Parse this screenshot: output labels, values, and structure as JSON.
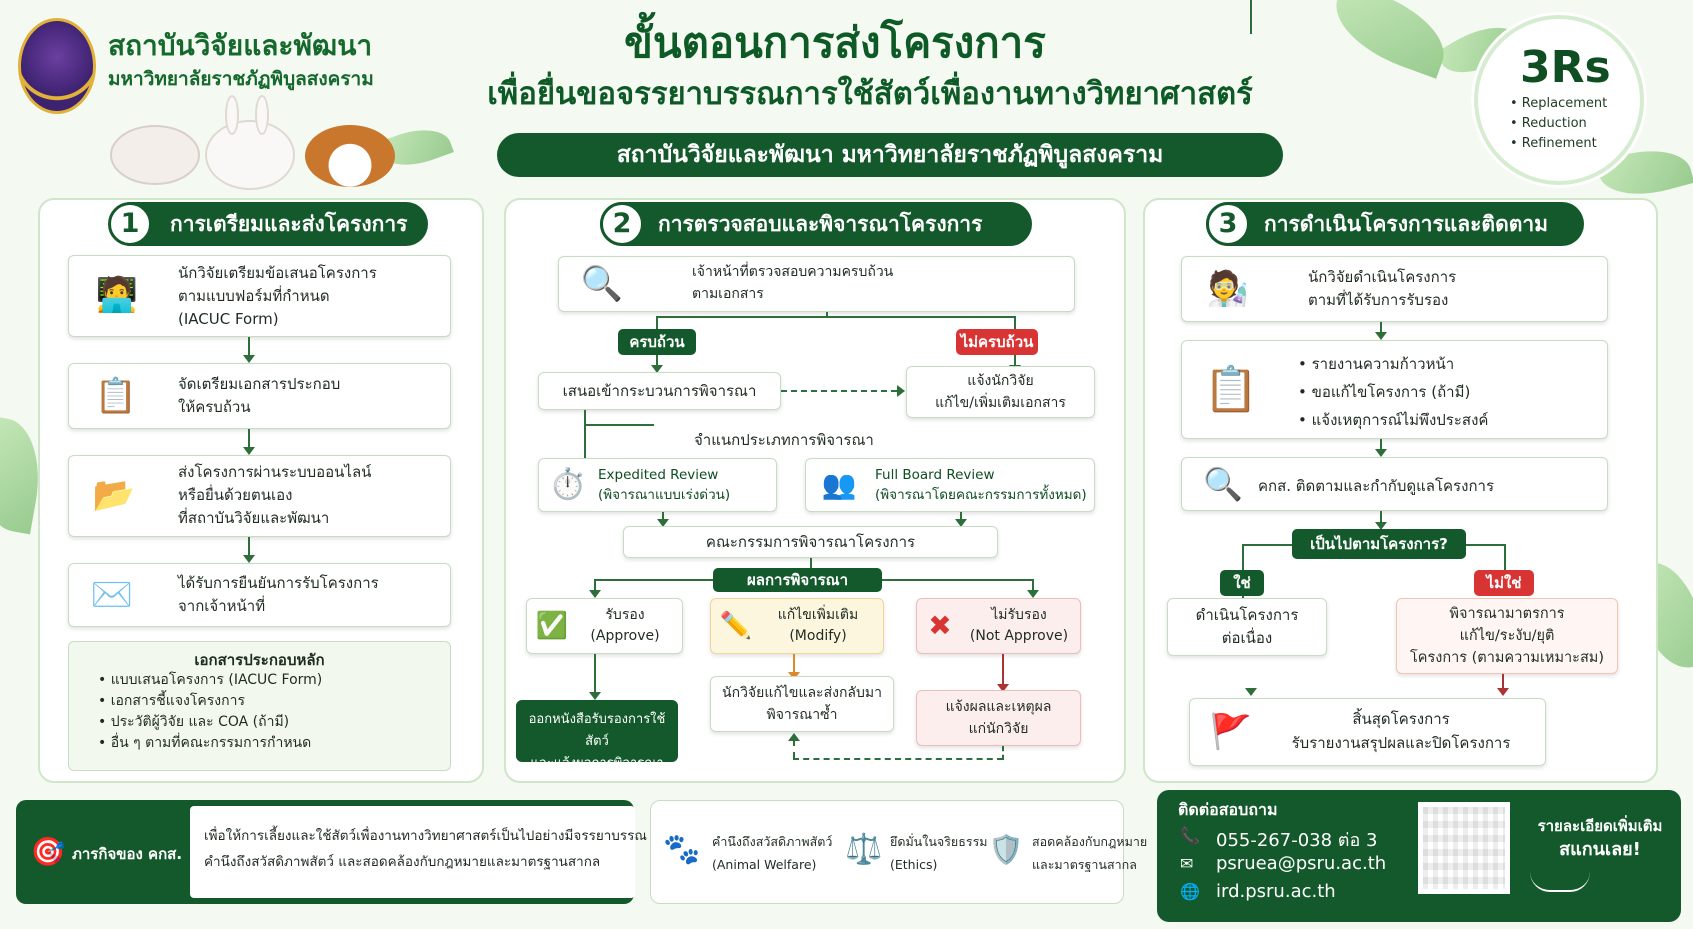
{
  "header": {
    "org_name": "สถาบันวิจัยและพัฒนา",
    "org_sub": "มหาวิทยาลัยราชภัฏพิบูลสงคราม",
    "title_1": "ขั้นตอนการส่งโครงการ",
    "title_2": "เพื่อยื่นขอจรรยาบรรณการใช้สัตว์เพื่องานทางวิทยาศาสตร์",
    "banner": "สถาบันวิจัยและพัฒนา มหาวิทยาลัยราชภัฏพิบูลสงคราม",
    "rs_title": "3Rs",
    "rs_items": [
      "• Replacement",
      "• Reduction",
      "• Refinement"
    ]
  },
  "panel1": {
    "num": "1",
    "title": "การเตรียมและส่งโครงการ",
    "step1": [
      "นักวิจัยเตรียมข้อเสนอโครงการ",
      "ตามแบบฟอร์มที่กำหนด",
      "(IACUC Form)"
    ],
    "step2": [
      "จัดเตรียมเอกสารประกอบ",
      "ให้ครบถ้วน"
    ],
    "step3": [
      "ส่งโครงการผ่านระบบออนไลน์",
      "หรือยื่นด้วยตนเอง",
      "ที่สถาบันวิจัยและพัฒนา"
    ],
    "step4": [
      "ได้รับการยืนยันการรับโครงการ",
      "จากเจ้าหน้าที่"
    ],
    "docs_title": "เอกสารประกอบหลัก",
    "docs": [
      "• แบบเสนอโครงการ (IACUC Form)",
      "• เอกสารชี้แจงโครงการ",
      "• ประวัติผู้วิจัย และ COA (ถ้ามี)",
      "• อื่น ๆ ตามที่คณะกรรมการกำหนด"
    ]
  },
  "panel2": {
    "num": "2",
    "title": "การตรวจสอบและพิจารณาโครงการ",
    "check": [
      "เจ้าหน้าที่ตรวจสอบความครบถ้วน",
      "ตามเอกสาร"
    ],
    "complete": "ครบถ้วน",
    "incomplete": "ไม่ครบถ้วน",
    "submit": "เสนอเข้ากระบวนการพิจารณา",
    "notify": [
      "แจ้งนักวิจัย",
      "แก้ไข/เพิ่มเติมเอกสาร"
    ],
    "classify": "จำแนกประเภทการพิจารณา",
    "expedited": [
      "Expedited Review",
      "(พิจารณาแบบเร่งด่วน)"
    ],
    "fullboard": [
      "Full Board Review",
      "(พิจารณาโดยคณะกรรมการทั้งหมด)"
    ],
    "committee": "คณะกรรมการพิจารณาโครงการ",
    "result": "ผลการพิจารณา",
    "approve": [
      "รับรอง",
      "(Approve)"
    ],
    "modify": [
      "แก้ไขเพิ่มเติม",
      "(Modify)"
    ],
    "reject": [
      "ไม่รับรอง",
      "(Not Approve)"
    ],
    "issue": [
      "ออกหนังสือรับรองการใช้สัตว์",
      "และแจ้งผลการพิจารณา"
    ],
    "resubmit": [
      "นักวิจัยแก้ไขและส่งกลับมา",
      "พิจารณาซ้ำ"
    ],
    "inform": [
      "แจ้งผลและเหตุผล",
      "แก่นักวิจัย"
    ]
  },
  "panel3": {
    "num": "3",
    "title": "การดำเนินโครงการและติดตาม",
    "run": [
      "นักวิจัยดำเนินโครงการ",
      "ตามที่ได้รับการรับรอง"
    ],
    "reports": [
      "• รายงานความก้าวหน้า",
      "• ขอแก้ไขโครงการ (ถ้ามี)",
      "• แจ้งเหตุการณ์ไม่พึงประสงค์"
    ],
    "monitor": "คกส. ติดตามและกำกับดูแลโครงการ",
    "question": "เป็นไปตามโครงการ?",
    "yes": "ใช่",
    "no": "ไม่ใช่",
    "continue": [
      "ดำเนินโครงการ",
      "ต่อเนื่อง"
    ],
    "measures": [
      "พิจารณามาตรการ",
      "แก้ไข/ระงับ/ยุติ",
      "โครงการ (ตามความเหมาะสม)"
    ],
    "end": [
      "สิ้นสุดโครงการ",
      "รับรายงานสรุปผลและปิดโครงการ"
    ]
  },
  "footer": {
    "mission_title": "ภารกิจของ คกส.",
    "mission_text": [
      "เพื่อให้การเลี้ยงและใช้สัตว์เพื่องานทางวิทยาศาสตร์เป็นไปอย่างมีจรรยาบรรณ",
      "คำนึงถึงสวัสดิภาพสัตว์ และสอดคล้องกับกฎหมายและมาตรฐานสากล"
    ],
    "value1": [
      "คำนึงถึงสวัสดิภาพสัตว์",
      "(Animal Welfare)"
    ],
    "value2": [
      "ยึดมั่นในจริยธรรม",
      "(Ethics)"
    ],
    "value3": [
      "สอดคล้องกับกฎหมาย",
      "และมาตรฐานสากล"
    ],
    "contact_title": "ติดต่อสอบถาม",
    "phone": "055-267-038 ต่อ 3",
    "email": "psruea@psru.ac.th",
    "web": "ird.psru.ac.th",
    "scan": [
      "รายละเอียดเพิ่มเติม",
      "สแกนเลย!"
    ]
  },
  "colors": {
    "primary": "#14592b",
    "accent_red": "#d93434",
    "bg": "#f4f9f1"
  }
}
